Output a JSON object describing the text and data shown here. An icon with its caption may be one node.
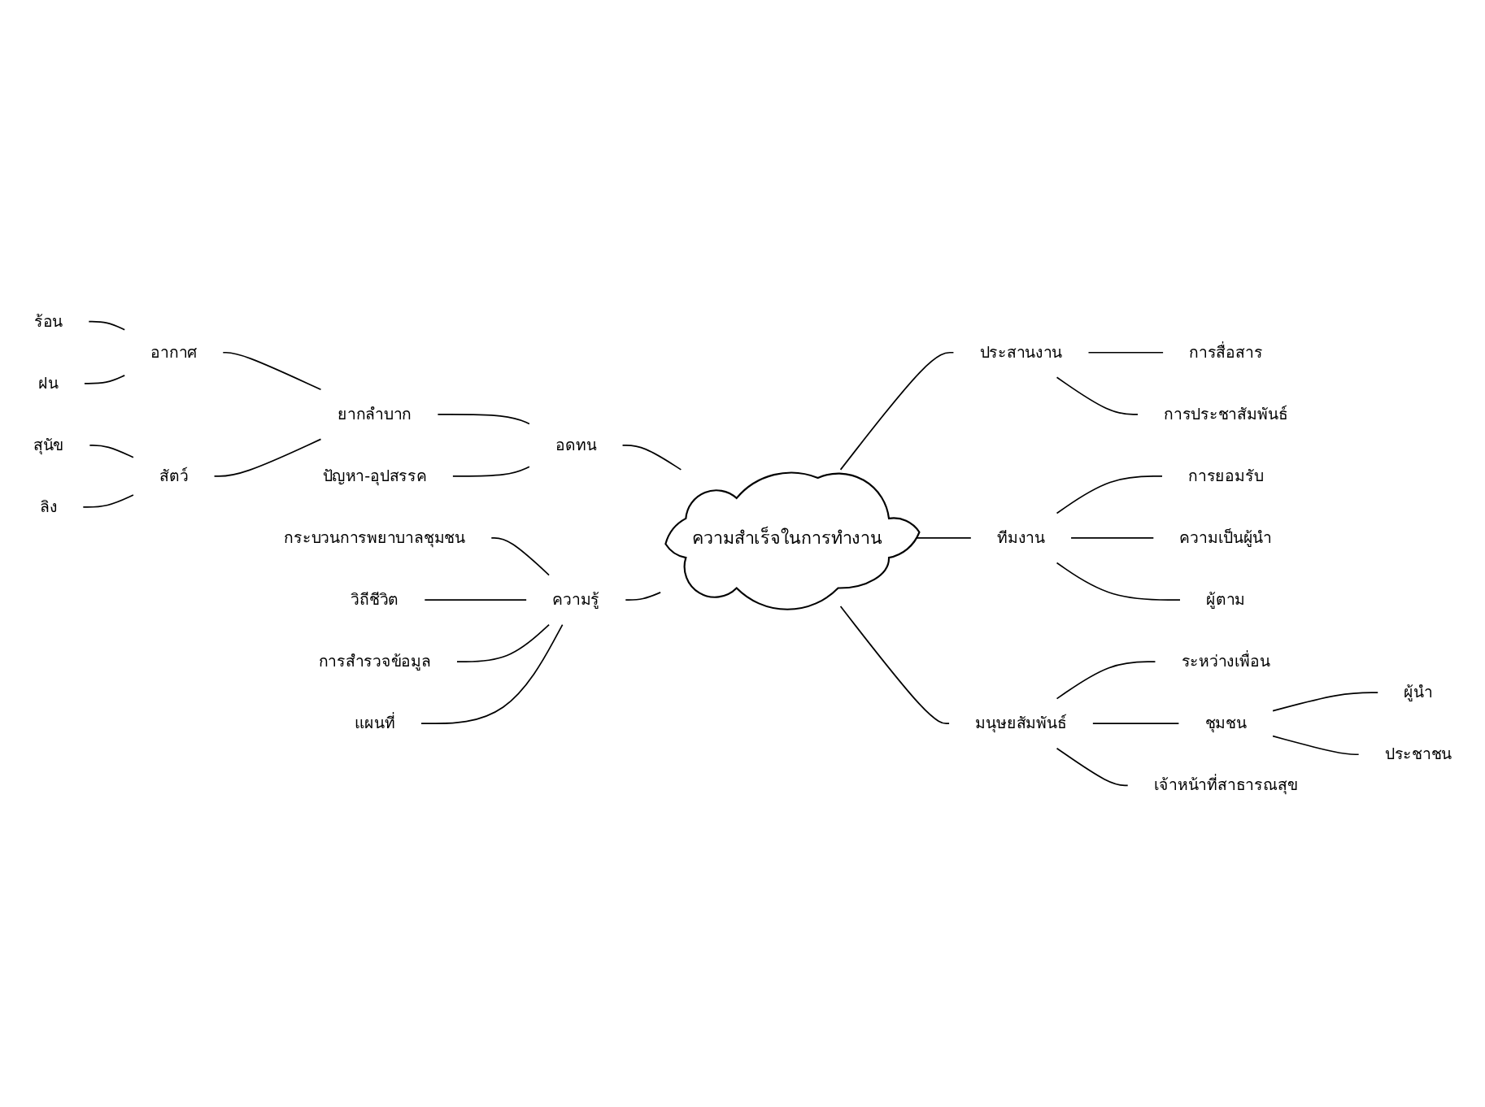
{
  "diagram": {
    "nodes": [
      {
        "text": [
          "ความสำเร็จในการทำงาน"
        ]
      },
      {
        "text": [
          "อดทน"
        ]
      },
      {
        "text": [
          "ยากลำบาก"
        ]
      },
      {
        "text": [
          "ปัญหา-อุปสรรค"
        ]
      },
      {
        "text": [
          "อากาศ"
        ]
      },
      {
        "text": [
          "สัตว์"
        ]
      },
      {
        "text": [
          "ร้อน"
        ]
      },
      {
        "text": [
          "ฝน"
        ]
      },
      {
        "text": [
          "สุนัข"
        ]
      },
      {
        "text": [
          "ลิง"
        ]
      },
      {
        "text": [
          "ประสานงาน"
        ]
      },
      {
        "text": [
          "การสื่อสาร"
        ]
      },
      {
        "text": [
          "การประชาสัมพันธ์"
        ]
      },
      {
        "text": [
          "ทีมงาน"
        ]
      },
      {
        "text": [
          "การยอมรับ"
        ]
      },
      {
        "text": [
          "ความเป็นผู้นำ"
        ]
      },
      {
        "text": [
          "ผู้ตาม"
        ]
      },
      {
        "text": [
          "มนุษยสัมพันธ์"
        ]
      },
      {
        "text": [
          "ระหว่างเพื่อน"
        ]
      },
      {
        "text": [
          "ชุมชน"
        ]
      },
      {
        "text": [
          "เจ้าหน้าที่สาธารณสุข"
        ]
      },
      {
        "text": [
          "ผู้นำ"
        ]
      },
      {
        "text": [
          "ประชาชน"
        ]
      },
      {
        "text": [
          "ความรู้"
        ]
      },
      {
        "text": [
          "กระบวนการพยาบาลชุมชน"
        ]
      },
      {
        "text": [
          "วิถีชีวิต"
        ]
      },
      {
        "text": [
          "การสำรวจข้อมูล"
        ]
      },
      {
        "text": [
          "แผนที่"
        ]
      }
    ],
    "edges": [
      {
        "from": 6,
        "to": 4,
        "arrow": "none"
      },
      {
        "from": 7,
        "to": 4,
        "arrow": "none"
      },
      {
        "from": 8,
        "to": 5,
        "arrow": "none"
      },
      {
        "from": 9,
        "to": 5,
        "arrow": "none"
      },
      {
        "from": 4,
        "to": 2,
        "arrow": "none"
      },
      {
        "from": 5,
        "to": 2,
        "arrow": "none"
      },
      {
        "from": 2,
        "to": 1,
        "arrow": "none"
      },
      {
        "from": 3,
        "to": 1,
        "arrow": "none"
      },
      {
        "from": 1,
        "to": 0,
        "arrow": "none"
      },
      {
        "from": 0,
        "to": 10,
        "arrow": "none"
      },
      {
        "from": 10,
        "to": 11,
        "arrow": "none"
      },
      {
        "from": 10,
        "to": 12,
        "arrow": "none"
      },
      {
        "from": 0,
        "to": 13,
        "arrow": "none"
      },
      {
        "from": 13,
        "to": 14,
        "arrow": "none"
      },
      {
        "from": 13,
        "to": 15,
        "arrow": "none"
      },
      {
        "from": 13,
        "to": 16,
        "arrow": "none"
      },
      {
        "from": 0,
        "to": 17,
        "arrow": "none"
      },
      {
        "from": 17,
        "to": 18,
        "arrow": "none"
      },
      {
        "from": 17,
        "to": 19,
        "arrow": "none"
      },
      {
        "from": 17,
        "to": 20,
        "arrow": "none"
      },
      {
        "from": 19,
        "to": 21,
        "arrow": "none"
      },
      {
        "from": 19,
        "to": 22,
        "arrow": "none"
      },
      {
        "from": 24,
        "to": 23,
        "arrow": "none"
      },
      {
        "from": 25,
        "to": 23,
        "arrow": "none"
      },
      {
        "from": 26,
        "to": 23,
        "arrow": "none"
      },
      {
        "from": 27,
        "to": 23,
        "arrow": "none"
      },
      {
        "from": 23,
        "to": 0,
        "arrow": "none"
      }
    ]
  }
}
